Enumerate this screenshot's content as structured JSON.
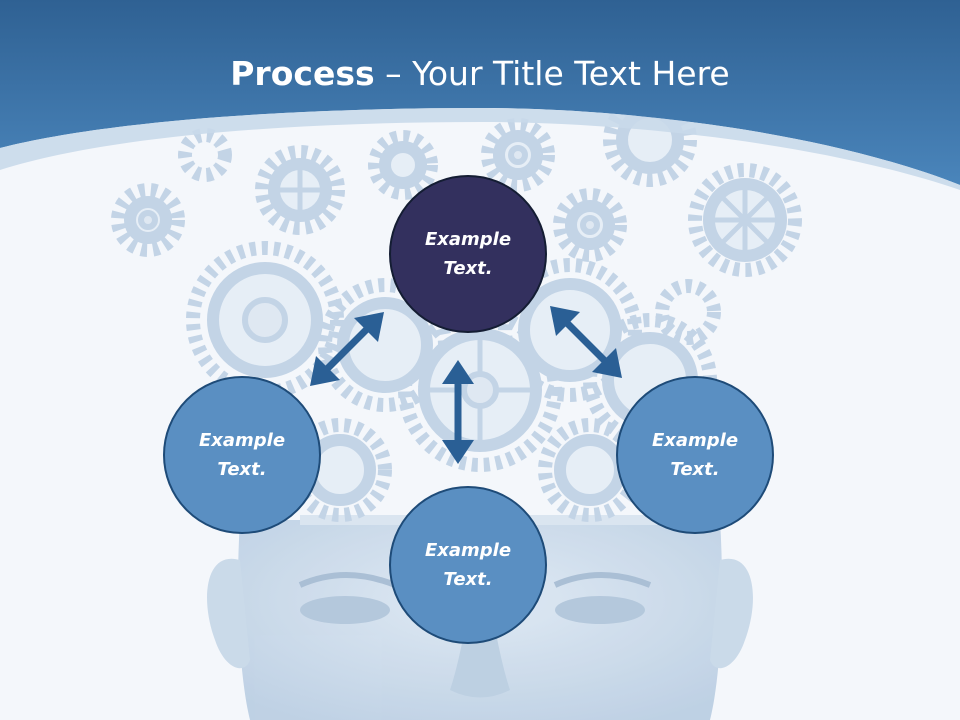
{
  "slide": {
    "title_bold": "Process",
    "title_rest": " – Your Title Text Here"
  },
  "nodes": {
    "top": "Example\nText.",
    "left": "Example\nText.",
    "right": "Example\nText.",
    "bottom": "Example\nText."
  },
  "colors": {
    "header_blue": "#3e76ab",
    "node_dark": "#33305e",
    "node_blue": "#5a8fc2",
    "arrow": "#2a5f95"
  },
  "icons": {
    "background": "gears-head-illustration",
    "arrows": "double-headed-arrow-icon"
  }
}
